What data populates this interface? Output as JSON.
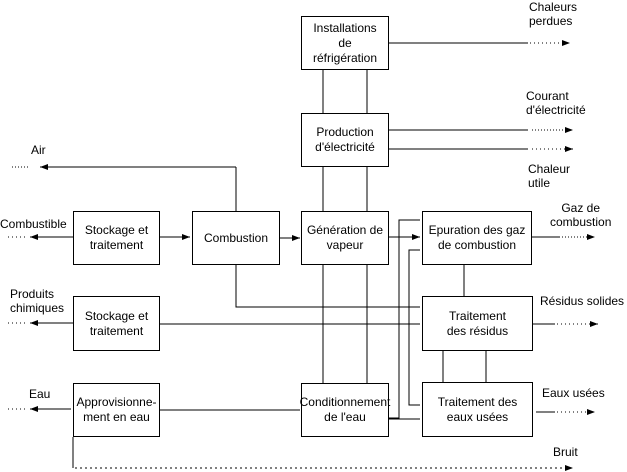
{
  "boxes": {
    "refrigeration": "Installations\nde\nréfrigération",
    "electricity": "Production\nd'électricité",
    "steam": "Génération de\nvapeur",
    "fuel_storage": "Stockage et\ntraitement",
    "combustion": "Combustion",
    "gas_cleaning": "Epuration des gaz\nde combustion",
    "chem_storage": "Stockage et\ntraitement",
    "residue_treatment": "Traitement\ndes résidus",
    "water_supply": "Approvisionne-\nment en eau",
    "water_conditioning": "Conditionnement\nde l'eau",
    "wastewater_treatment": "Traitement des\neaux usées"
  },
  "inputs": {
    "air": "Air",
    "fuel": "Combustible",
    "chemicals": "Produits\nchimiques",
    "water": "Eau"
  },
  "outputs": {
    "waste_heat": "Chaleurs\nperdues",
    "electric_current": "Courant\nd'électricité",
    "useful_heat": "Chaleur\nutile",
    "flue_gas": "Gaz de\ncombustion",
    "solid_residues": "Résidus solides",
    "waste_water": "Eaux usées",
    "noise": "Bruit"
  }
}
